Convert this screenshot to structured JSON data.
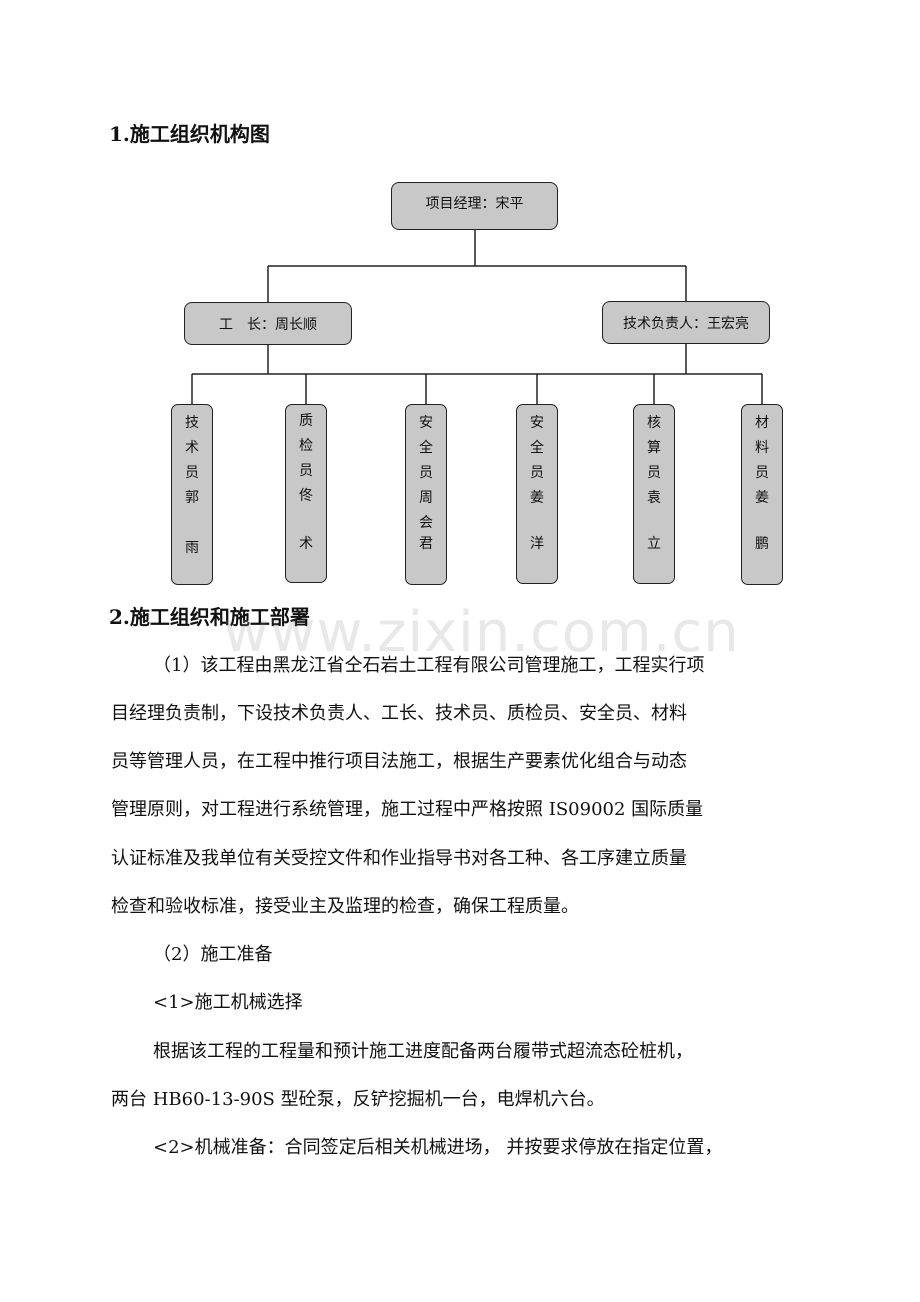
{
  "headings": {
    "h1": "1.施工组织机构图",
    "h2": "2.施工组织和施工部署"
  },
  "org_chart": {
    "top": "项目经理：宋平",
    "left": "工　长：周长顺",
    "right": "技术负责人：王宏亮",
    "staff": [
      {
        "line1": "技\n术\n员\n郭\n",
        "line2": "雨"
      },
      {
        "line1": "质\n检\n员\n佟\n",
        "line2": "术"
      },
      {
        "line1": "安\n全\n员\n周\n会",
        "line2": "君"
      },
      {
        "line1": "安\n全\n员\n姜\n",
        "line2": "洋"
      },
      {
        "line1": "核\n算\n员\n袁\n",
        "line2": "立"
      },
      {
        "line1": "材\n料\n员\n姜\n",
        "line2": "鹏"
      }
    ]
  },
  "paragraphs": [
    "（1）该工程由黑龙江省仝石岩土工程有限公司管理施工，工程实行项",
    "目经理负责制，下设技术负责人、工长、技术员、质检员、安全员、材料",
    "员等管理人员，在工程中推行项目法施工，根据生产要素优化组合与动态",
    "管理原则，对工程进行系统管理，施工过程中严格按照 IS09002 国际质量",
    "认证标准及我单位有关受控文件和作业指导书对各工种、各工序建立质量",
    "检查和验收标准，接受业主及监理的检查，确保工程质量。",
    "（2）施工准备",
    "<1>施工机械选择",
    "根据该工程的工程量和预计施工进度配备两台履带式超流态砼桩机，",
    "两台 HB60-13-90S 型砼泵，反铲挖掘机一台，电焊机六台。",
    "<2>机械准备：合同签定后相关机械进场，  并按要求停放在指定位置，"
  ],
  "watermark": "www.zixin.com.cn"
}
